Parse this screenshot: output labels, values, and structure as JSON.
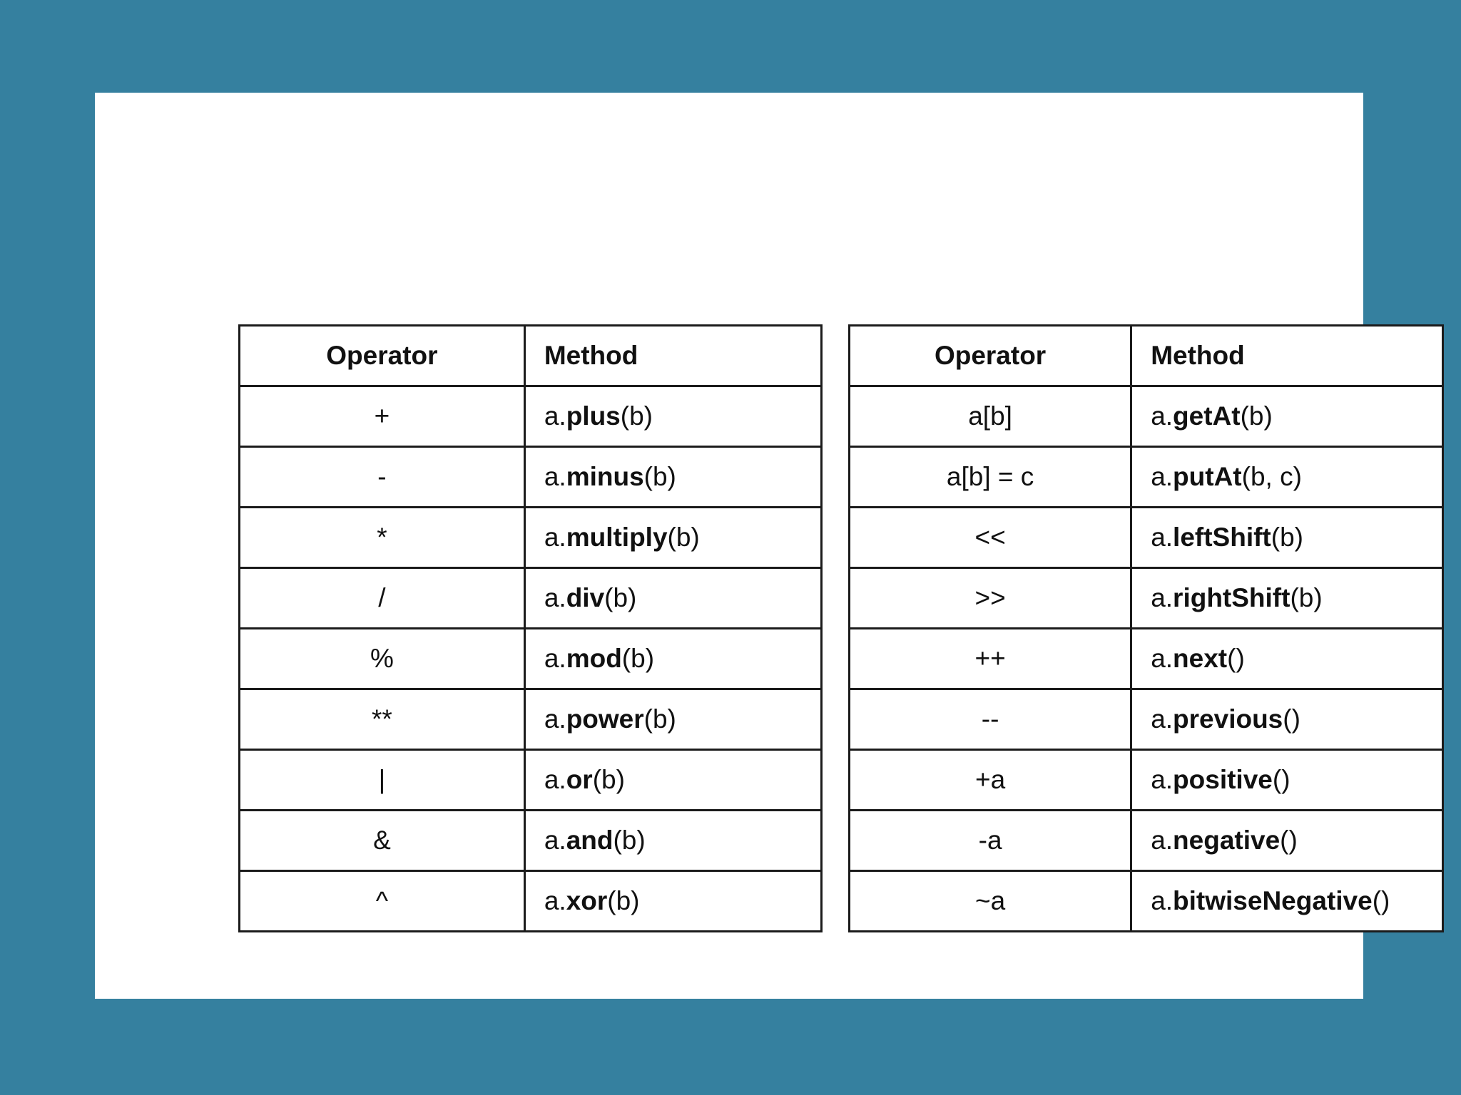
{
  "page": {
    "background_color": "#35809F",
    "card_color": "#FFFFFF",
    "text_color": "#111111",
    "border_color": "#1B1B1B"
  },
  "left_table": {
    "headers": {
      "operator": "Operator",
      "method": "Method"
    },
    "rows": [
      {
        "op": "+",
        "pre": "a.",
        "name": "plus",
        "suf": "(b)"
      },
      {
        "op": "-",
        "pre": "a.",
        "name": "minus",
        "suf": "(b)"
      },
      {
        "op": "*",
        "pre": "a.",
        "name": "multiply",
        "suf": "(b)"
      },
      {
        "op": "/",
        "pre": "a.",
        "name": "div",
        "suf": "(b)"
      },
      {
        "op": "%",
        "pre": "a.",
        "name": "mod",
        "suf": "(b)"
      },
      {
        "op": "**",
        "pre": "a.",
        "name": "power",
        "suf": "(b)"
      },
      {
        "op": "|",
        "pre": "a.",
        "name": "or",
        "suf": "(b)"
      },
      {
        "op": "&",
        "pre": "a.",
        "name": "and",
        "suf": "(b)"
      },
      {
        "op": "^",
        "pre": "a.",
        "name": "xor",
        "suf": "(b)"
      }
    ]
  },
  "right_table": {
    "headers": {
      "operator": "Operator",
      "method": "Method"
    },
    "rows": [
      {
        "op": "a[b]",
        "pre": "a.",
        "name": "getAt",
        "suf": "(b)"
      },
      {
        "op": "a[b] = c",
        "pre": "a.",
        "name": "putAt",
        "suf": "(b, c)"
      },
      {
        "op": "<<",
        "pre": "a.",
        "name": "leftShift",
        "suf": "(b)"
      },
      {
        "op": ">>",
        "pre": "a.",
        "name": "rightShift",
        "suf": "(b)"
      },
      {
        "op": "++",
        "pre": "a.",
        "name": "next",
        "suf": "()"
      },
      {
        "op": "--",
        "pre": "a.",
        "name": "previous",
        "suf": "()"
      },
      {
        "op": "+a",
        "pre": "a.",
        "name": "positive",
        "suf": "()"
      },
      {
        "op": "-a",
        "pre": "a.",
        "name": "negative",
        "suf": "()"
      },
      {
        "op": "~a",
        "pre": "a.",
        "name": "bitwiseNegative",
        "suf": "()"
      }
    ]
  }
}
